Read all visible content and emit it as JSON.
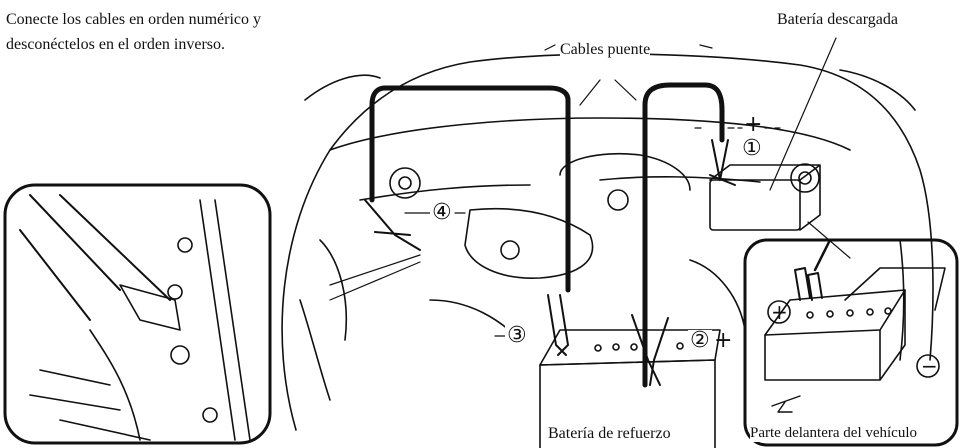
{
  "instruction": {
    "line1": "Conecte los cables en orden numérico y",
    "line2": "desconéctelos en el orden inverso."
  },
  "labels": {
    "cables": "Cables puente",
    "dead_battery": "Batería descargada",
    "booster_battery": "Batería de refuerzo",
    "vehicle_front": "Parte delantera del vehículo"
  },
  "steps": [
    "①",
    "②",
    "③",
    "④"
  ],
  "signs": {
    "plus": "+",
    "minus": "−"
  },
  "icons": {
    "engine": "engine-bay-outline",
    "clamp": "jumper-clamp",
    "battery": "car-battery",
    "arrow": "front-direction-arrow"
  },
  "colors": {
    "line": "#111111",
    "background": "#ffffff"
  }
}
